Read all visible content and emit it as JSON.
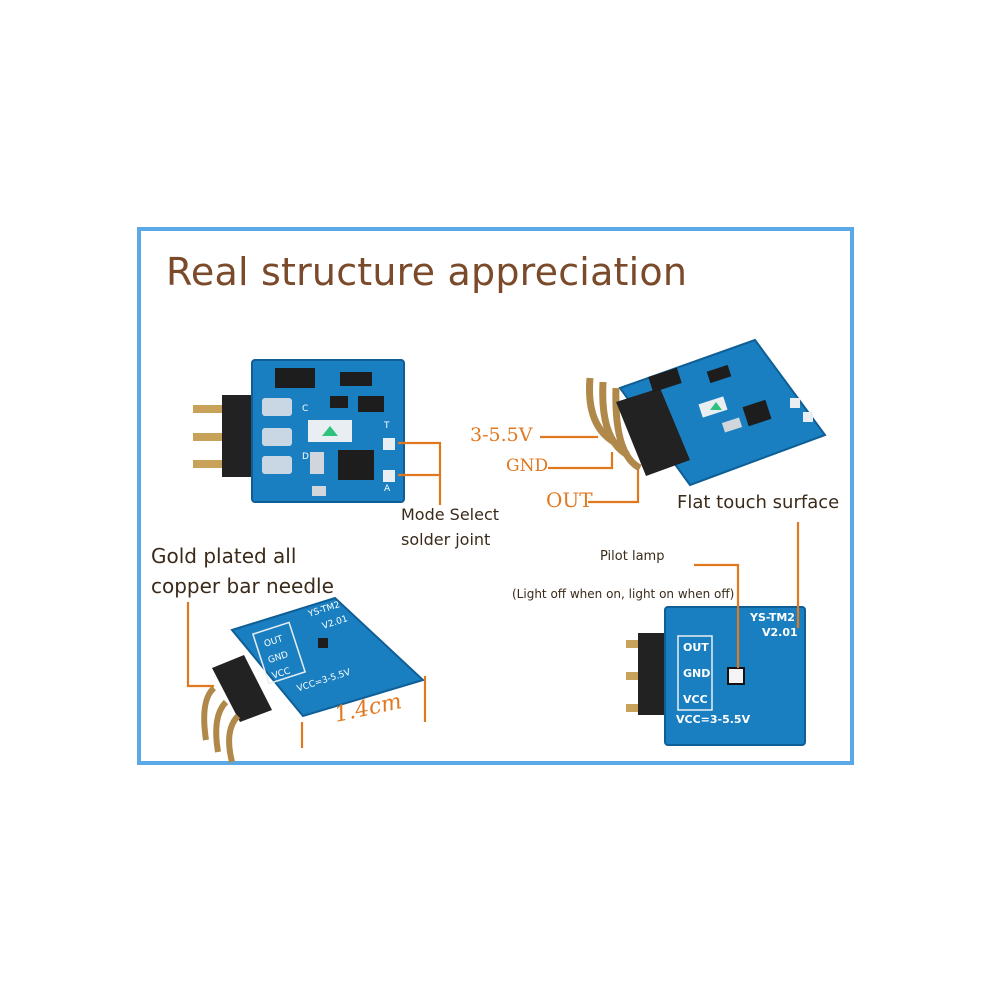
{
  "title": "Real structure appreciation",
  "labels": {
    "voltage": "3-5.5V",
    "gnd": "GND",
    "out": "OUT",
    "flat_touch": "Flat touch surface",
    "mode_select_1": "Mode Select",
    "mode_select_2": "solder joint",
    "gold_plated_1": "Gold plated all",
    "gold_plated_2": "copper bar needle",
    "pilot_lamp": "Pilot lamp",
    "pilot_note": "(Light off when on, light on when off)",
    "size": "1.4cm"
  },
  "board_text": {
    "out": "OUT",
    "gnd": "GND",
    "vcc": "VCC",
    "vcc_range": "VCC=3-5.5V",
    "model": "YS-TM2",
    "version": "V2.01",
    "top_left_a": "A",
    "top_left_t": "T",
    "top_left_c": "C",
    "top_left_d": "D"
  },
  "colors": {
    "frame": "#5aa9e6",
    "title": "#7a4a2a",
    "pcb": "#1a7fc0",
    "pcb_dark": "#0f5f96",
    "annotation": "#e07820",
    "pin": "#b0894a",
    "header": "#222222"
  }
}
